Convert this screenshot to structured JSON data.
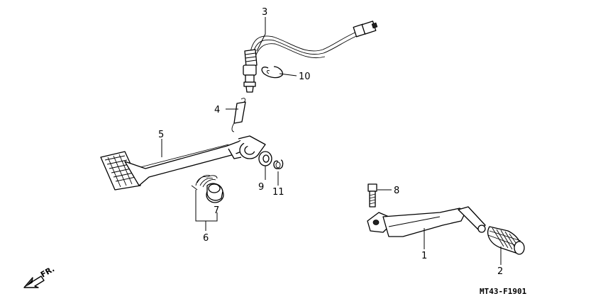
{
  "callouts": {
    "c1": "1",
    "c2": "2",
    "c3": "3",
    "c4": "4",
    "c5": "5",
    "c6": "6",
    "c7": "7",
    "c8": "8",
    "c9": "9",
    "c10": "10",
    "c11": "11"
  },
  "direction_label": "FR.",
  "diagram_code": "MT43-F1901"
}
